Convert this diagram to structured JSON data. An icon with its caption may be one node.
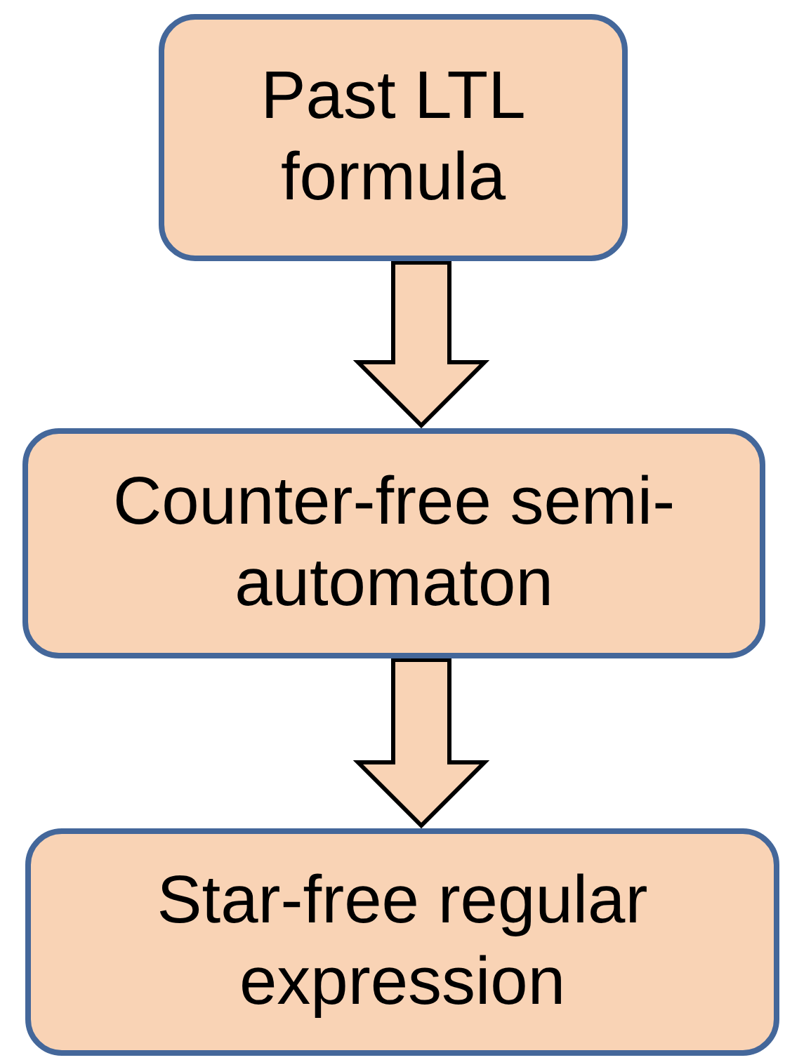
{
  "diagram": {
    "nodes": [
      {
        "text": [
          "Past LTL formula"
        ]
      },
      {
        "text": [
          "Counter-free semi-automaton"
        ]
      },
      {
        "text": [
          "Star-free regular expression"
        ]
      }
    ],
    "edges": [
      {
        "from": 0,
        "to": 1,
        "arrow": "to"
      },
      {
        "from": 1,
        "to": 2,
        "arrow": "to"
      }
    ]
  }
}
